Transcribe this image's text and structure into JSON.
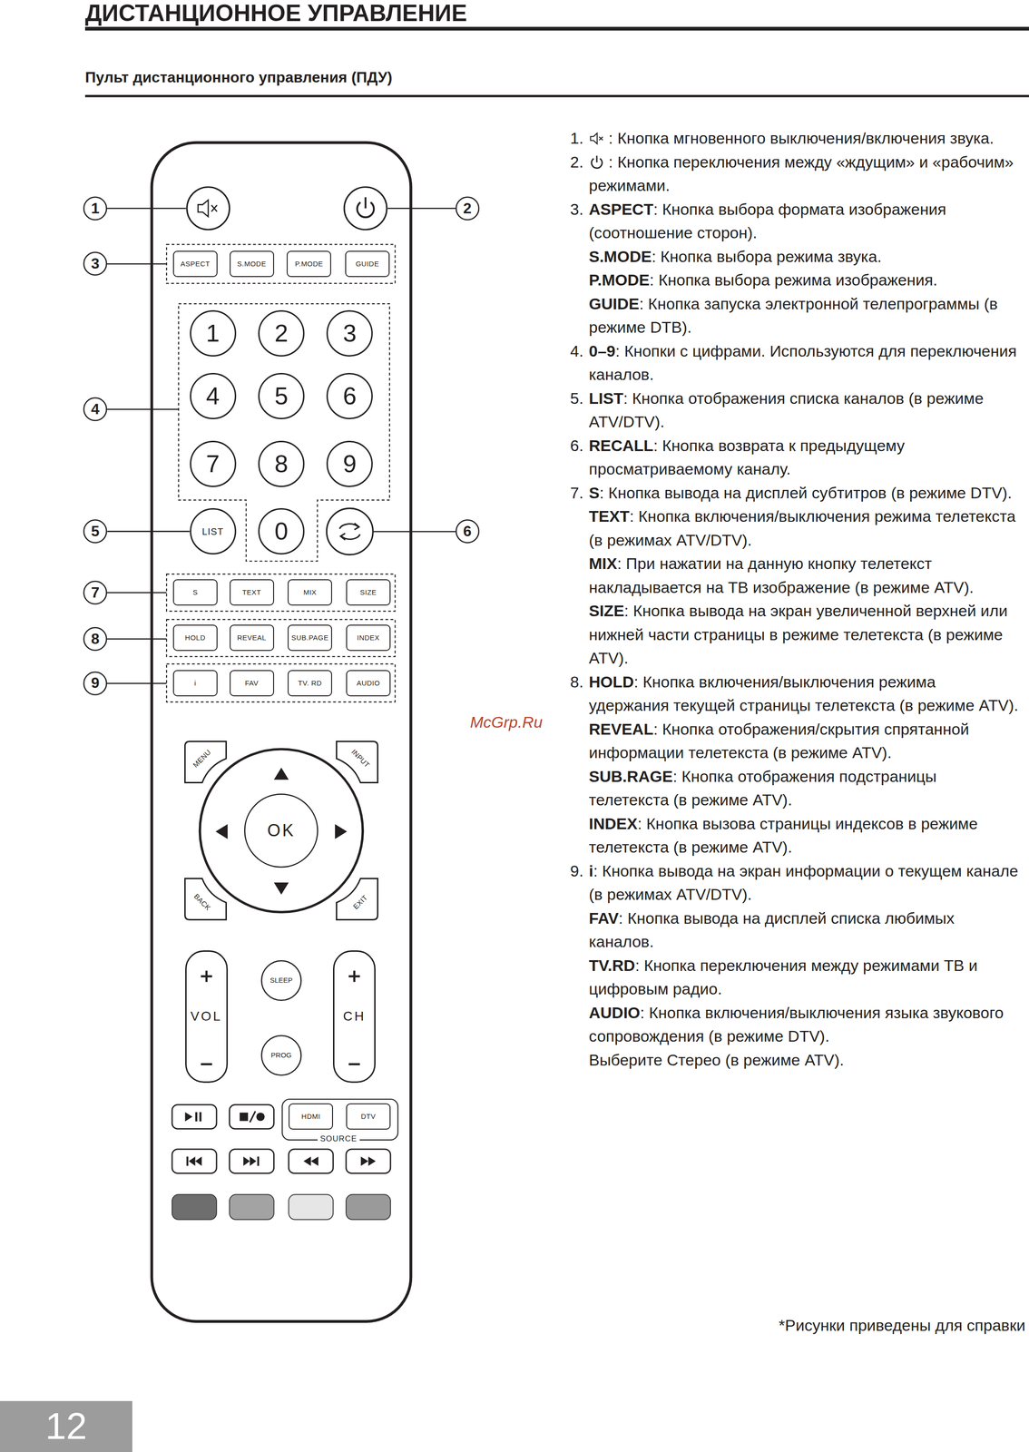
{
  "diagram": {
    "title": "ДИСТАНЦИОННОЕ УПРАВЛЕНИЕ",
    "nodes": [
      {
        "text": [
          "1"
        ]
      },
      {
        "text": [
          "2"
        ]
      },
      {
        "text": [
          "3"
        ]
      },
      {
        "text": [
          "ASPECT"
        ]
      },
      {
        "text": [
          "S.MODE"
        ]
      },
      {
        "text": [
          "P.MODE"
        ]
      },
      {
        "text": [
          "GUIDE"
        ]
      },
      {
        "text": [
          "4"
        ]
      },
      {
        "text": [
          "1"
        ]
      },
      {
        "text": [
          "2"
        ]
      },
      {
        "text": [
          "3"
        ]
      },
      {
        "text": [
          "4"
        ]
      },
      {
        "text": [
          "5"
        ]
      },
      {
        "text": [
          "6"
        ]
      },
      {
        "text": [
          "7"
        ]
      },
      {
        "text": [
          "8"
        ]
      },
      {
        "text": [
          "9"
        ]
      },
      {
        "text": [
          "5"
        ]
      },
      {
        "text": [
          "LIST"
        ]
      },
      {
        "text": [
          "0"
        ]
      },
      {
        "text": [
          "6"
        ]
      },
      {
        "text": [
          "7"
        ]
      },
      {
        "text": [
          "S"
        ]
      },
      {
        "text": [
          "TEXT"
        ]
      },
      {
        "text": [
          "MIX"
        ]
      },
      {
        "text": [
          "SIZE"
        ]
      },
      {
        "text": [
          "8"
        ]
      },
      {
        "text": [
          "HOLD"
        ]
      },
      {
        "text": [
          "REVEAL"
        ]
      },
      {
        "text": [
          "SUB.PAGE"
        ]
      },
      {
        "text": [
          "INDEX"
        ]
      },
      {
        "text": [
          "9"
        ]
      },
      {
        "text": [
          "i"
        ]
      },
      {
        "text": [
          "FAV"
        ]
      },
      {
        "text": [
          "TV. RD"
        ]
      },
      {
        "text": [
          "AUDIO"
        ]
      },
      {
        "text": [
          "MENU"
        ]
      },
      {
        "text": [
          "INPUT"
        ]
      },
      {
        "text": [
          "OK"
        ]
      },
      {
        "text": [
          "BACK"
        ]
      },
      {
        "text": [
          "EXIT"
        ]
      },
      {
        "text": [
          "VOL"
        ]
      },
      {
        "text": [
          "SLEEP"
        ]
      },
      {
        "text": [
          "CH"
        ]
      },
      {
        "text": [
          "PROG"
        ]
      },
      {
        "text": [
          "HDMI"
        ]
      },
      {
        "text": [
          "DTV"
        ]
      }
    ],
    "edges": [
      {
        "from": 17,
        "to": 18,
        "arrow": "none"
      }
    ],
    "labels": [
      "Пульт дистанционного управления (ПДУ)",
      "1.",
      ": Кнопка мгновенного выключения/включения звука.",
      "2.",
      ": Кнопка переключения между «ждущим» и «рабочим» режимами.",
      "3.",
      "ASPECT",
      ": Кнопка выбора формата изображения (соотношение сторон).",
      "S.MODE",
      ": Кнопка выбора режима звука.",
      "P.MODE",
      ": Кнопка выбора режима изображения.",
      "GUIDE",
      ": Кнопка запуска электронной телепрограммы (в режиме DTB).",
      "4.",
      "0–9",
      ": Кнопки с цифрами. Используются для переключения каналов.",
      "5.",
      "LIST",
      ": Кнопка отображения списка каналов (в режиме ATV/DTV).",
      "6.",
      "RECALL",
      ": Кнопка возврата к предыдущему просматриваемому каналу.",
      "7.",
      "S",
      ": Кнопка вывода на дисплей субтитров (в режиме DTV).",
      "TEXT",
      ": Кнопка включения/выключения режима телетекста (в режимах ATV/DTV).",
      "MIX",
      ": При нажатии на данную кнопку телетекст накладывается на ТВ изображение (в режиме ATV).",
      "SIZE",
      ": Кнопка вывода на экран увеличенной верхней или нижней части страницы в режиме телетекста (в режиме ATV).",
      "8.",
      "HOLD",
      ": Кнопка включения/выключения режима удержания текущей страницы телетекста (в режиме ATV).",
      "REVEAL",
      ": Кнопка отображения/скрытия спрятанной информации телетекста (в режиме ATV).",
      "SUB.RAGE",
      ": Кнопка отображения подстраницы телетекста (в режиме ATV).",
      "INDEX",
      ": Кнопка вызова страницы индексов в режиме телетекста (в режиме ATV).",
      "9.",
      "i",
      ": Кнопка вывода на экран информации о текущем канале (в режимах ATV/DTV).",
      "FAV",
      ": Кнопка вывода на дисплей списка любимых каналов.",
      "TV.RD",
      ": Кнопка переключения между режимами ТВ и цифровым радио.",
      "AUDIO",
      ": Кнопка включения/выключения языка звукового сопровождения (в режиме DTV).",
      "Выберите Стерео (в режиме ATV).",
      "SOURCE",
      "McGrp.Ru",
      "*Рисунки приведены для справки",
      "12"
    ]
  }
}
